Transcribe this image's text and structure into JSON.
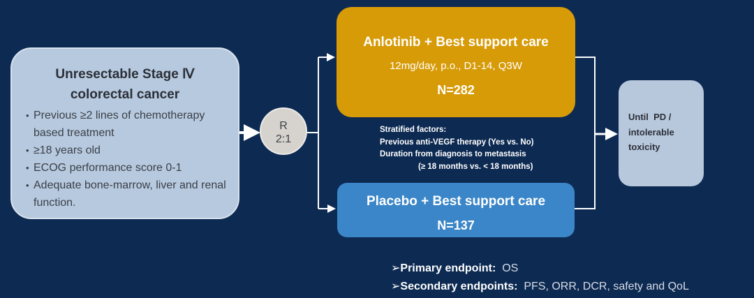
{
  "population": {
    "title_line1": "Unresectable Stage Ⅳ",
    "title_line2": "colorectal cancer",
    "criteria": [
      "Previous ≥2 lines of chemotherapy based treatment",
      "≥18 years old",
      "ECOG performance score 0-1",
      "Adequate bone-marrow, liver and renal function."
    ]
  },
  "randomization": {
    "label": "R",
    "ratio": "2:1"
  },
  "arm_experimental": {
    "title": "Anlotinib + Best support care",
    "dosing": "12mg/day, p.o., D1-14, Q3W",
    "n": "N=282"
  },
  "arm_control": {
    "title": "Placebo + Best support care",
    "n": "N=137"
  },
  "stratification": {
    "heading": "Stratified factors:",
    "factors": [
      "Previous anti-VEGF therapy (Yes vs. No)",
      "Duration from diagnosis to metastasis",
      "(≥ 18 months vs. < 18 months)"
    ]
  },
  "outcome": {
    "label": "Until  PD / intolerable toxicity"
  },
  "endpoints": {
    "primary_label": "Primary endpoint:",
    "primary_value": "OS",
    "secondary_label": "Secondary endpoints:",
    "secondary_value": "PFS, ORR, DCR, safety and QoL"
  },
  "colors": {
    "background": "#0d2a52",
    "experimental": "#d79b08",
    "control": "#3b86c8",
    "population": "#b7c9de"
  }
}
